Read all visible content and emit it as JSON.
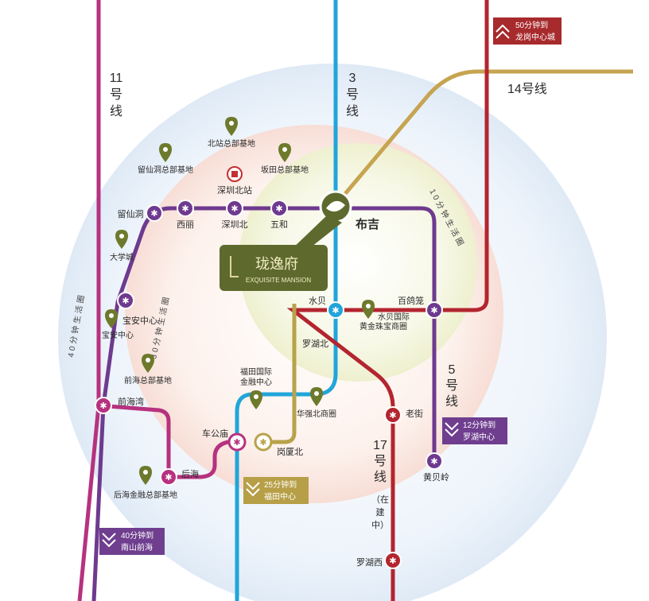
{
  "project": {
    "name_cn": "珑逸府",
    "name_en": "EXQUISITE MANSION"
  },
  "rings": {
    "r10": "10分钟生活圈",
    "r30": "30分钟生活圈",
    "r40": "40分钟生活圈"
  },
  "lines": {
    "l11": [
      "11",
      "号",
      "线"
    ],
    "l3": [
      "3",
      "号",
      "线"
    ],
    "l14": "14号线",
    "l5": [
      "5",
      "号",
      "线"
    ],
    "l17": [
      "17",
      "号",
      "线"
    ],
    "l17_note": [
      "（在",
      "建",
      "中）"
    ]
  },
  "stations": {
    "bujiao": "布吉",
    "wuhe": "五和",
    "shenzhenbei": "深圳北",
    "xili": "西丽",
    "liuxiandong": "留仙洞",
    "baoan_center": "宝安中心",
    "qianhaiwan": "前海湾",
    "houhai": "后海",
    "chegongmiao": "车公庙",
    "gangxiabei": "岗厦北",
    "shuibei": "水贝",
    "baigelong": "百鸽笼",
    "luohubei": "罗湖北",
    "laojie": "老街",
    "huangbeiling": "黄贝岭",
    "luohuxi": "罗湖西",
    "north_station": "深圳北站"
  },
  "landmarks": {
    "beizhan_hq": "北站总部基地",
    "liuxiandong_hq": "留仙洞总部基地",
    "bantian_hq": "坂田总部基地",
    "university_town": "大学城",
    "baoan_center_poi": "宝安中心",
    "qianhai_hq": "前海总部基地",
    "houhai_finance": "后海金融总部基地",
    "futian_finance": [
      "福田国际",
      "金融中心"
    ],
    "huaqiangbei": "华强北商圈",
    "shuibei_jewelry": [
      "水贝国际",
      "黄金珠宝商圈"
    ]
  },
  "badges": {
    "longgang": [
      "50分钟到",
      "龙岗中心城"
    ],
    "luohu": [
      "12分钟到",
      "罗湖中心"
    ],
    "futian": [
      "25分钟到",
      "福田中心"
    ],
    "nanshan": [
      "40分钟到",
      "南山前海"
    ]
  },
  "colors": {
    "line11": "#b6327f",
    "line3": "#21a5da",
    "line14": "#c6a451",
    "line5": "#6e3a8f",
    "line17": "#b3252f",
    "project_line": "#b8a24a",
    "project_box": "#5e6a2d",
    "landmark_pin": "#6d7a2c",
    "badge_red": "#a72a2c",
    "badge_purple": "#6f3e8f",
    "badge_gold": "#b79f47"
  }
}
